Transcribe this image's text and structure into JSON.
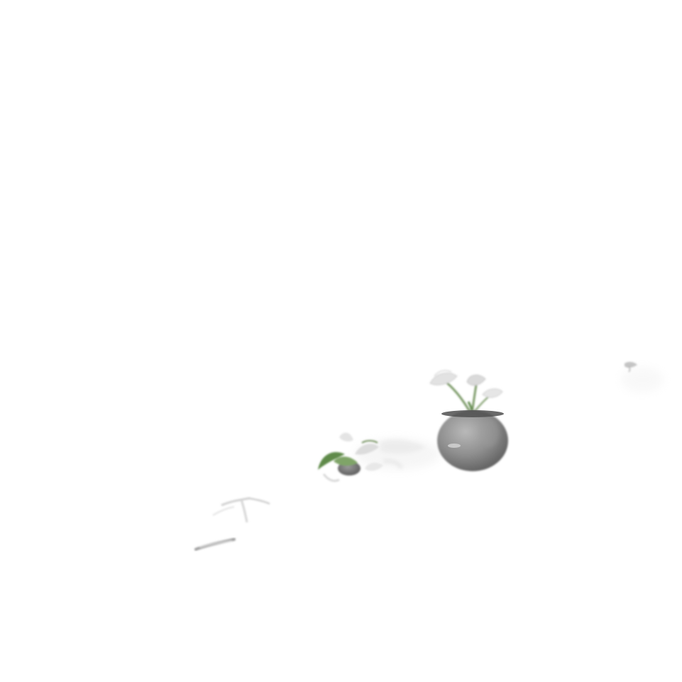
{
  "scene": {
    "background": "#ffffff",
    "objects": [
      {
        "kind": "potted-plant",
        "pot_color": "#8e8e8e",
        "leaf_color": "#6f8d5a"
      },
      {
        "kind": "small-plant",
        "leaf_color": "#5f8a4a",
        "pot_color": "#6e6e6e"
      },
      {
        "kind": "faint-debris",
        "color": "#b8b8b8"
      },
      {
        "kind": "faint-mark",
        "color": "#c8c8c8"
      }
    ]
  }
}
